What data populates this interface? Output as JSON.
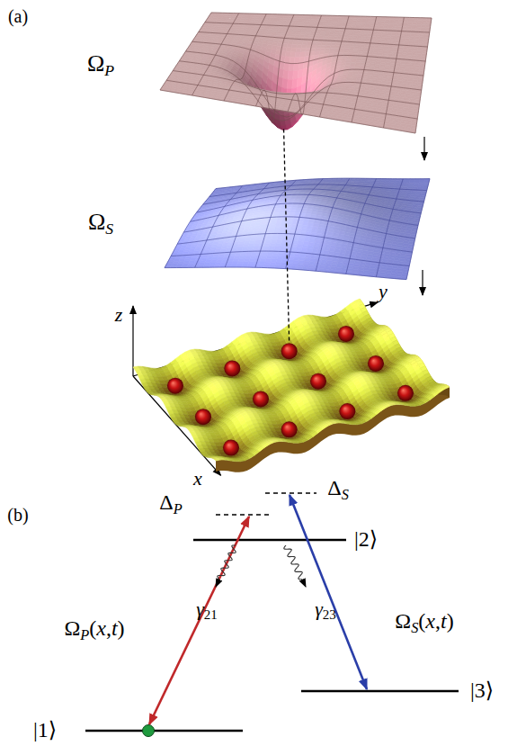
{
  "diagram": {
    "labels": [
      "(a)",
      "ΩP",
      "ΩS",
      "z",
      "y",
      "x",
      "(b)",
      "ΔP",
      "ΔS",
      "|2⟩",
      "ΩP(x,t)",
      "γ21",
      "γ23",
      "ΩS(x,t)",
      "|3⟩",
      "|1⟩"
    ]
  }
}
